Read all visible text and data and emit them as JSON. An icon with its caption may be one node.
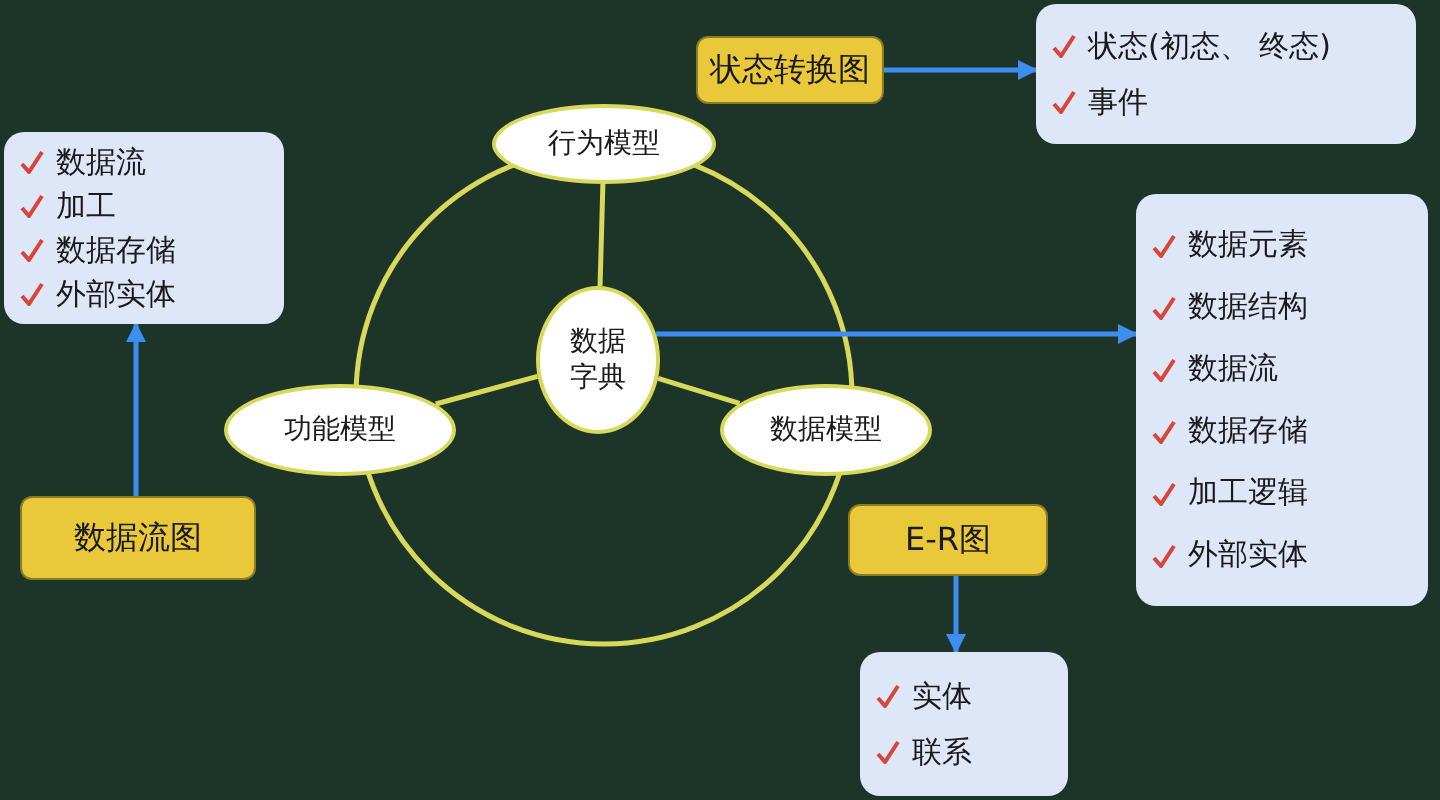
{
  "diagram": {
    "nodes": [
      {
        "text": [
          "行为模型"
        ]
      },
      {
        "text": [
          "数据字典"
        ]
      },
      {
        "text": [
          "功能模型"
        ]
      },
      {
        "text": [
          "数据模型"
        ]
      },
      {
        "text": [
          "状态转换图"
        ]
      },
      {
        "text": [
          "状态(初态、 终态)",
          "事件"
        ]
      },
      {
        "text": [
          "数据流",
          "加工",
          "数据存储",
          "外部实体"
        ]
      },
      {
        "text": [
          "数据流图"
        ]
      },
      {
        "text": [
          "数据元素",
          "数据结构",
          "数据流",
          "数据存储",
          "加工逻辑",
          "外部实体"
        ]
      },
      {
        "text": [
          "E-R图"
        ]
      },
      {
        "text": [
          "实体",
          "联系"
        ]
      }
    ],
    "edges": [
      {
        "from": 1,
        "to": 0,
        "arrow": "none",
        "color": "#d8d85a"
      },
      {
        "from": 1,
        "to": 2,
        "arrow": "none",
        "color": "#d8d85a"
      },
      {
        "from": 1,
        "to": 3,
        "arrow": "none",
        "color": "#d8d85a"
      },
      {
        "from": 4,
        "to": 5,
        "arrow": "to"
      },
      {
        "from": 7,
        "to": 6,
        "arrow": "to"
      },
      {
        "from": 1,
        "to": 8,
        "arrow": "to"
      },
      {
        "from": 9,
        "to": 10,
        "arrow": "to"
      }
    ]
  }
}
